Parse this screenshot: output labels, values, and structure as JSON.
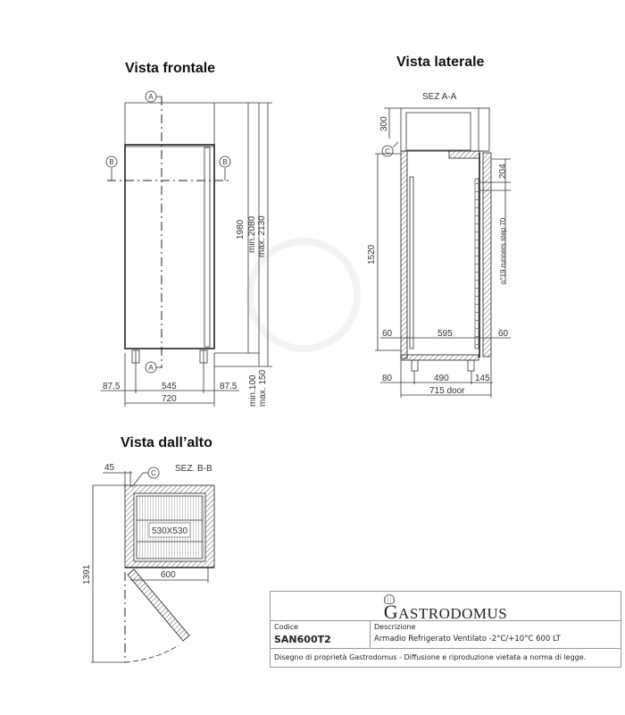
{
  "views": {
    "front": {
      "title": "Vista frontale",
      "section_markers": [
        "A",
        "B"
      ],
      "dims": {
        "body_height": "1980",
        "min_total": "min.2080",
        "max_total": "max. 2130",
        "left_offset": "87.5",
        "leg_span": "545",
        "right_offset": "87.5",
        "width": "720",
        "foot_min": "min.100",
        "foot_max": "max. 150"
      }
    },
    "side": {
      "title": "Vista laterale",
      "section_label": "SEZ A-A",
      "marker": "C",
      "dims": {
        "top_clearance": "300",
        "inner_height": "1520",
        "top_gap": "204",
        "runners": "n°19 runners step 70",
        "left_wall": "60",
        "inner_depth": "595",
        "right_wall": "60",
        "front_offset": "80",
        "leg_span": "490",
        "rear_offset": "145",
        "depth_door": "715 door"
      }
    },
    "top": {
      "title": "Vista dall’alto",
      "section_label": "SEZ. B-B",
      "marker": "C",
      "dims": {
        "hinge_offset": "45",
        "grid": "530X530",
        "inner_width": "600",
        "door_open": "1391"
      }
    }
  },
  "title_block": {
    "brand": "Gastrodomus",
    "brand_first": "G",
    "brand_rest": "ASTRODOMUS",
    "code_label": "Codice",
    "code_value": "SAN600T2",
    "desc_label": "Descrizione",
    "desc_value": "Armadio Refrigerato Ventilato -2°C/+10°C 600 LT",
    "footer": "Disegno di proprietà Gastrodomus -  Diffusione e riproduzione vietata a norma di legge."
  }
}
